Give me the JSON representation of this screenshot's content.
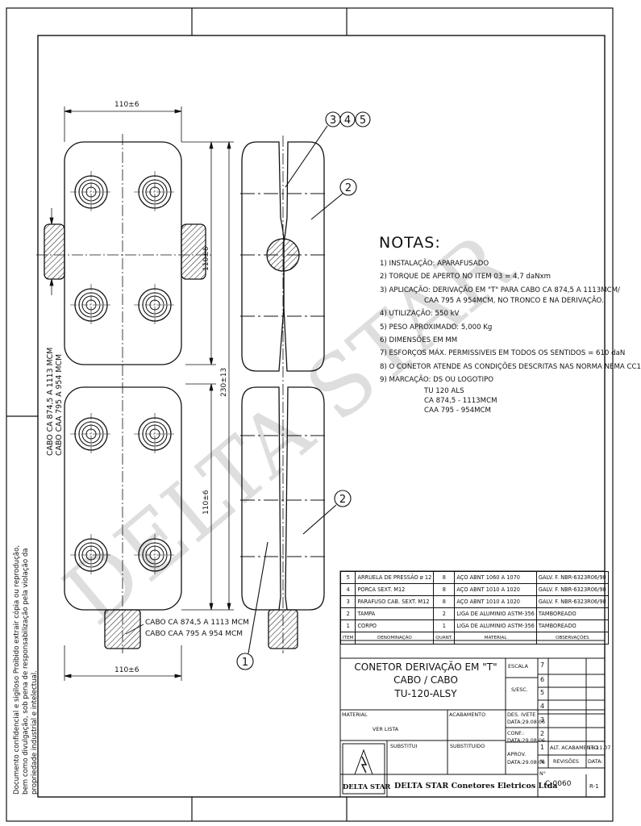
{
  "notes": {
    "title": "NOTAS:",
    "items": [
      "1) INSTALAÇÃO: APARAFUSADO",
      "2) TORQUE DE APERTO NO ITEM 03 = 4,7 daNxm",
      "3) APLICAÇÃO: DERIVAÇÃO EM \"T\" PARA CABO CA 874,5 A 1113MCM/",
      "CAA 795 A 954MCM, NO TRONCO E NA DERIVAÇÃO.",
      "4) UTILIZAÇÃO: 550 kV",
      "5) PESO APROXIMADO: 5,000 Kg",
      "6) DIMENSÕES EM MM",
      "7) ESFORÇOS MÁX. PERMISSIVEIS EM TODOS OS SENTIDOS = 610 daN",
      "8) O CONETOR ATENDE AS CONDIÇÕES DESCRITAS NAS NORMA NEMA CC1",
      "9) MARCAÇÃO: DS OU LOGOTIPO"
    ],
    "marking_lines": [
      "TU 120 ALS",
      "CA 874,5 - 1113MCM",
      "CAA 795 - 954MCM"
    ]
  },
  "dimensions": {
    "top_width": "110±6",
    "bottom_width": "110±6",
    "right_upper": "110±6",
    "right_lower": "110±6",
    "overall": "230±13"
  },
  "cable_labels": {
    "run_line1": "CABO CA 874,5 A 1113 MCM",
    "run_line2": "CABO CAA 795 A 954 MCM",
    "tap_line1": "CABO CA 874,5 A 1113 MCM",
    "tap_line2": "CABO CAA 795 A 954 MCM"
  },
  "balloons": [
    "3",
    "4",
    "5",
    "2",
    "2",
    "1"
  ],
  "watermark": "DELTA STAR",
  "legal_notice": [
    "Documento confidencial e sigiloso Proibido extrair cópia ou reprodução,",
    "bem como divulgação, sob pena de responsabilização pela violação da",
    "propriedade industrial e intelectual."
  ],
  "bom": {
    "headers": [
      "ITEM",
      "DENOMINAÇÃO",
      "QUANT.",
      "MATERIAL",
      "OBSERVAÇÕES"
    ],
    "rows": [
      [
        "5",
        "ARRUELA DE PRESSÃO ø 12",
        "8",
        "AÇO ABNT 1060 A 1070",
        "GALV. F. NBR-6323R06/90"
      ],
      [
        "4",
        "PORCA SEXT. M12",
        "8",
        "AÇO ABNT 1010 A 1020",
        "GALV. F. NBR-6323R06/90"
      ],
      [
        "3",
        "PARAFUSO CAB. SEXT. M12",
        "8",
        "AÇO ABNT 1010 A 1020",
        "GALV. F. NBR-6323R06/90"
      ],
      [
        "2",
        "TAMPA",
        "2",
        "LIGA DE ALUMINIO ASTM-356",
        "TAMBOREADO"
      ],
      [
        "1",
        "CORPO",
        "1",
        "LIGA DE ALUMINIO ASTM-356",
        "TAMBOREADO"
      ]
    ]
  },
  "title_block": {
    "title_line1": "CONETOR DERIVAÇÃO EM \"T\"",
    "title_line2": "CABO / CABO",
    "title_line3": "TU-120-ALSY",
    "escala": "ESCALA",
    "sesc": "S/ESC.",
    "material_label": "MATERIAL",
    "material_value": "VER LISTA",
    "acabamento_label": "ACABAMENTO",
    "des_label": "DES. IVETE",
    "des_date": "DATA:29.08.06",
    "conf": "CONF.:",
    "conf_date": "DATA:29.08.06",
    "aprov": "APROV.",
    "aprov_date": "DATA:29.08.06",
    "substitui": "SUBSTITUI",
    "substituido": "SUBSTITUIDO",
    "rev_numbers": [
      "7",
      "6",
      "5",
      "4",
      "3",
      "2",
      "1"
    ],
    "rev_text": "ALT. ACABAMENTO",
    "rev_date": "16.11.07",
    "rev_n": "N",
    "revisoes": "REVISÕES",
    "data": "DATA:",
    "n_label": "N°",
    "doc_number": "C-0060",
    "revision": "R-1",
    "logo_text": "DELTA STAR",
    "company": "DELTA STAR Conetores Eletricos Ltda"
  }
}
